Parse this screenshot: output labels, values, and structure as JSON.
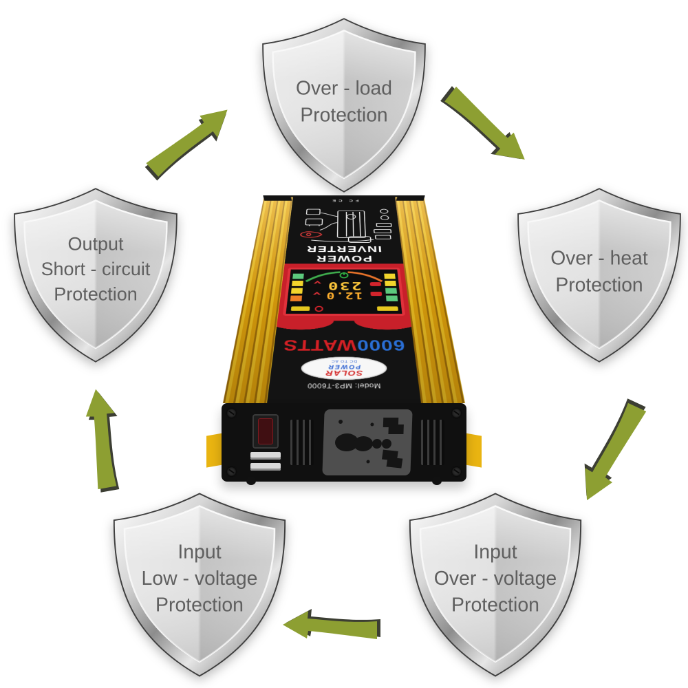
{
  "diagram": {
    "shields": [
      {
        "id": "overload",
        "lines": [
          "Over - load",
          "Protection"
        ]
      },
      {
        "id": "overheat",
        "lines": [
          "Over - heat",
          "Protection"
        ]
      },
      {
        "id": "output-short-circuit",
        "lines": [
          "Output",
          "Short - circuit",
          "Protection"
        ]
      },
      {
        "id": "input-over-voltage",
        "lines": [
          "Input",
          "Over - voltage",
          "Protection"
        ]
      },
      {
        "id": "input-low-voltage",
        "lines": [
          "Input",
          "Low - voltage",
          "Protection"
        ]
      }
    ]
  },
  "device": {
    "label_line1": "POWER",
    "label_line2": "INVERTER",
    "watts_value": "6000",
    "watts_unit": "WATTS",
    "model": "Model: MP3-T6000",
    "certifications": "FC CE",
    "sticker": {
      "line1": "SOLAR",
      "line2": "POWER",
      "tagline": "DC TO AC"
    },
    "display": {
      "row1": "230",
      "row2": "12.0"
    }
  },
  "colors": {
    "arrow_green": "#8d9f32",
    "arrow_shadow": "#3c3e33",
    "device_yellow": "#f0b818",
    "accent_red": "#c8202a",
    "digit_yellow": "#ffc93c",
    "watts_blue": "#2a6fd6",
    "watts_red": "#d42025",
    "shield_text": "#5f5f5f"
  }
}
